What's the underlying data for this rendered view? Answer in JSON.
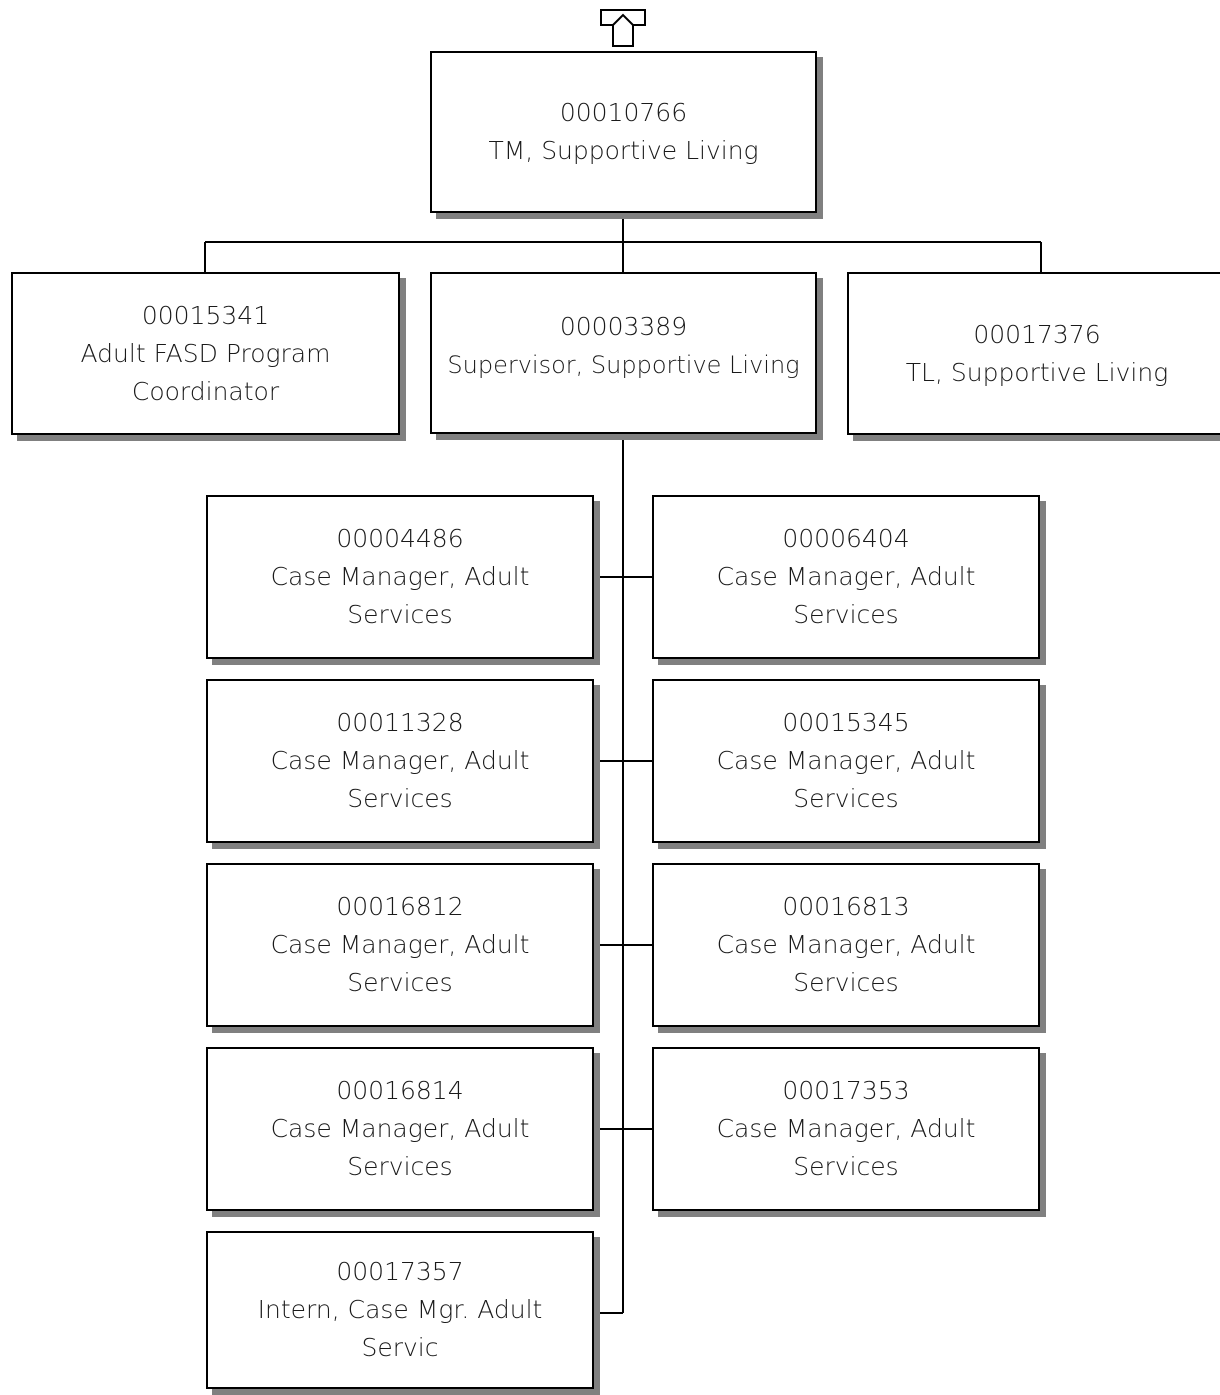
{
  "diagram": {
    "up_arrow": "up-arrow-icon",
    "root": {
      "id": "00010766",
      "title": "TM, Supportive Living"
    },
    "level1": [
      {
        "id": "00015341",
        "title": "Adult FASD Program Coordinator"
      },
      {
        "id": "00003389",
        "title": "Supervisor, Supportive Living"
      },
      {
        "id": "00017376",
        "title": "TL, Supportive Living"
      }
    ],
    "reports": [
      {
        "id": "00004486",
        "title": "Case Manager, Adult Services"
      },
      {
        "id": "00006404",
        "title": "Case Manager, Adult Services"
      },
      {
        "id": "00011328",
        "title": "Case Manager, Adult Services"
      },
      {
        "id": "00015345",
        "title": "Case Manager, Adult Services"
      },
      {
        "id": "00016812",
        "title": "Case Manager, Adult Services"
      },
      {
        "id": "00016813",
        "title": "Case Manager, Adult Services"
      },
      {
        "id": "00016814",
        "title": "Case Manager, Adult Services"
      },
      {
        "id": "00017353",
        "title": "Case Manager, Adult Services"
      },
      {
        "id": "00017357",
        "title": "Intern, Case Mgr. Adult Servic"
      }
    ]
  }
}
